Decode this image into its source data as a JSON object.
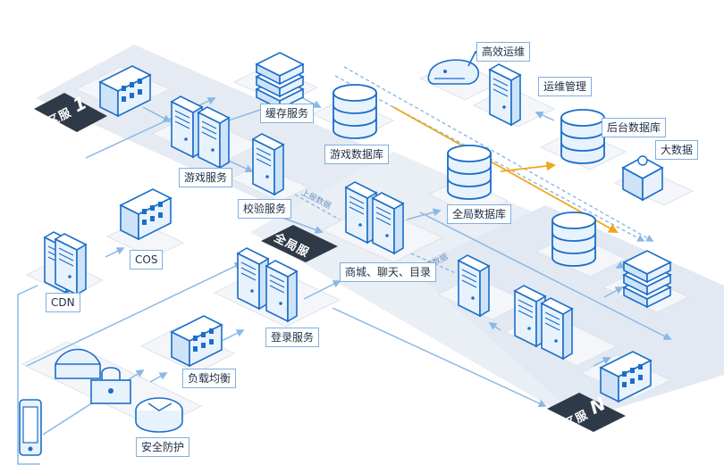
{
  "colors": {
    "platform": "#f2f5f9",
    "region_bg": "#e6ebf3",
    "box_face": "#e8f2fd",
    "box_stroke": "#1a6ec9",
    "connector": "#8ab8e6",
    "highlight": "#f2a61b",
    "zone_badge": "#2f3a48"
  },
  "labels": {
    "high_efficiency_ops": "高效运维",
    "ops_management": "运维管理",
    "cache_service": "缓存服务",
    "game_database": "游戏数据库",
    "backend_database": "后台数据库",
    "big_data": "大数据",
    "game_service": "游戏服务",
    "verification_service": "校验服务",
    "global_database": "全局数据库",
    "cos": "COS",
    "cdn": "CDN",
    "mall_chat_directory": "商城、聊天、目录",
    "login_service": "登录服务",
    "load_balancing": "负载均衡",
    "security_protection": "安全防护"
  },
  "zones": {
    "zone_1_prefix": "区服",
    "zone_1_suffix": "1",
    "zone_global": "全局服",
    "zone_n_prefix": "区服",
    "zone_n_suffix": "N"
  },
  "tags": {
    "report_1": "上报数据",
    "report_2": "上报数据"
  },
  "icons": [
    "whale-icon",
    "server-icon",
    "building-icon",
    "stack-icon",
    "database-icon",
    "puzzle-icon",
    "phone-icon",
    "firewall-icon",
    "lock-icon",
    "shield-icon"
  ]
}
